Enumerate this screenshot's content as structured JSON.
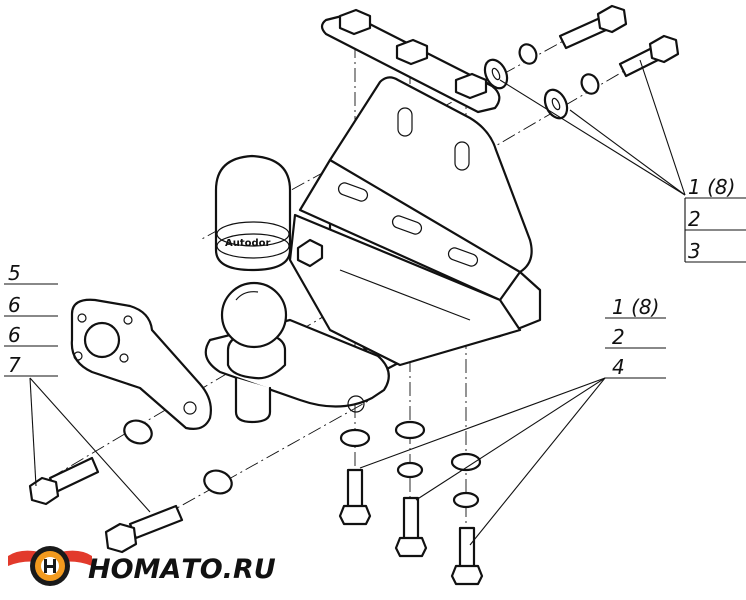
{
  "callouts": {
    "group_right_top": [
      "1 (8)",
      "2",
      "3"
    ],
    "group_left": [
      "5",
      "6",
      "6",
      "7"
    ],
    "group_right_bottom": [
      "1 (8)",
      "2",
      "4"
    ]
  },
  "logo": {
    "text": "НОМАТО.RU",
    "colors": {
      "red": "#e23a2b",
      "orange": "#f39a1e",
      "dark": "#1a1a1a"
    }
  },
  "ball_brand": "Autodor"
}
